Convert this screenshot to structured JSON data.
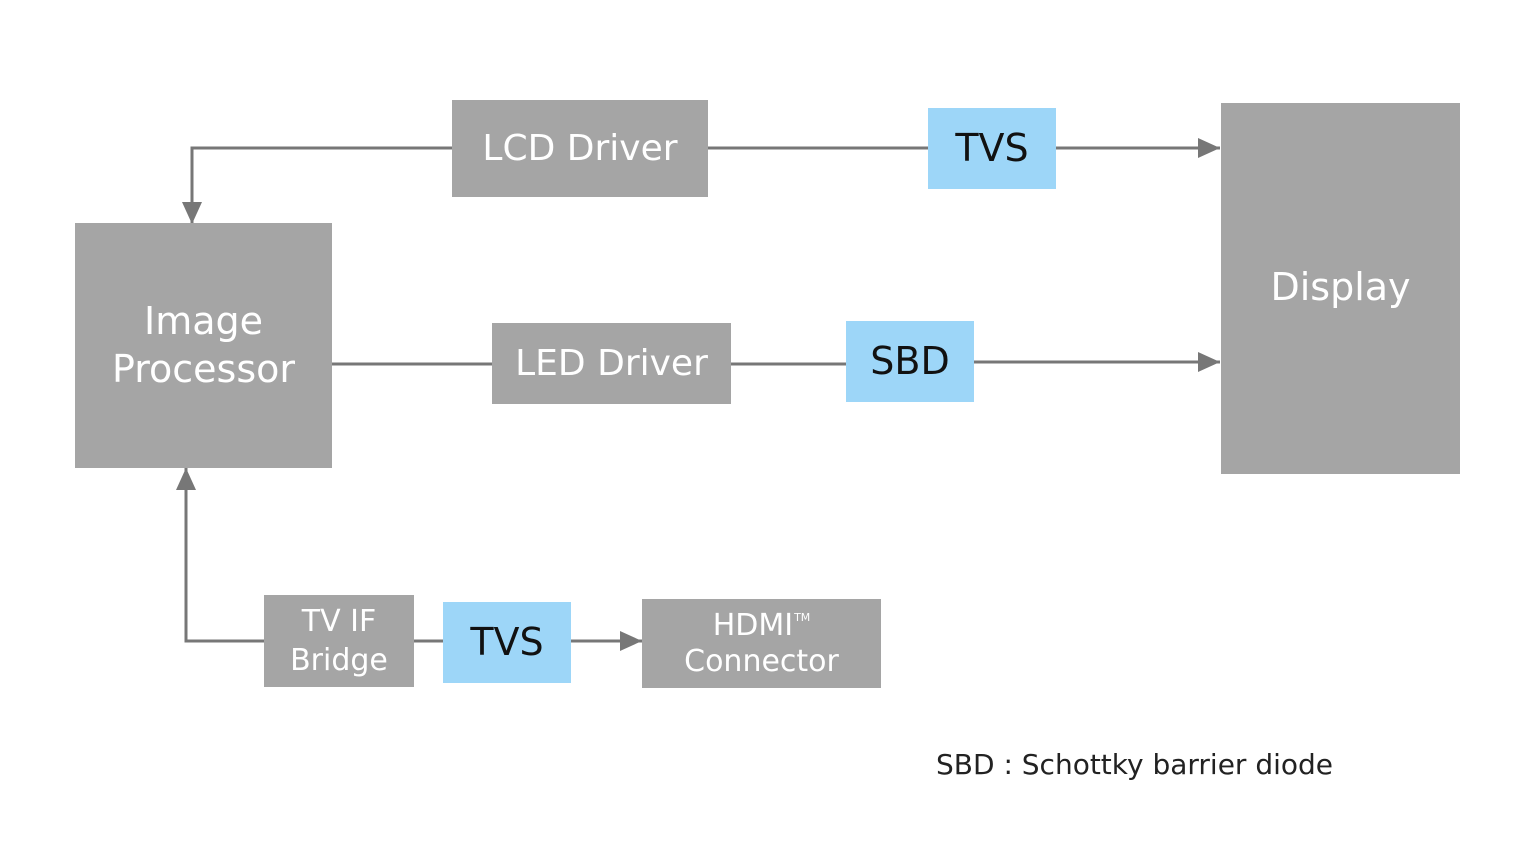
{
  "diagram": {
    "colors": {
      "block_gray": "#a5a5a5",
      "block_blue": "#9dd6f8",
      "connector": "#777777",
      "text_on_gray": "#ffffff",
      "text_on_blue": "#111111"
    },
    "blocks": {
      "lcd_driver": {
        "label": "LCD Driver"
      },
      "tvs_top": {
        "label": "TVS"
      },
      "display": {
        "label": "Display"
      },
      "image_processor": {
        "line1": "Image",
        "line2": "Processor"
      },
      "led_driver": {
        "label": "LED Driver"
      },
      "sbd": {
        "label": "SBD"
      },
      "tv_if_bridge": {
        "line1": "TV IF",
        "line2": "Bridge"
      },
      "tvs_bottom": {
        "label": "TVS"
      },
      "hdmi_connector": {
        "line1": "HDMI",
        "trademark": "TM",
        "line2": "Connector"
      }
    },
    "legend": "SBD : Schottky barrier diode"
  }
}
